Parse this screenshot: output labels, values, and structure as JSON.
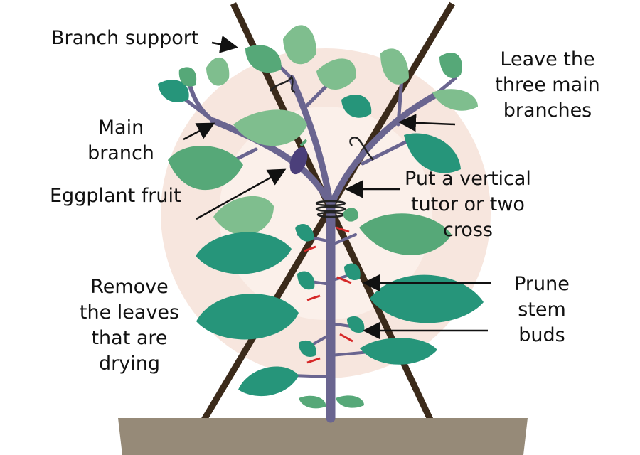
{
  "labels": {
    "branch_support": "Branch support",
    "leave_branches": [
      "Leave the",
      "three main",
      "branches"
    ],
    "main_branch": [
      "Main",
      "branch"
    ],
    "eggplant_fruit": "Eggplant fruit",
    "vertical_tutor": [
      "Put a vertical",
      "tutor or two",
      "cross"
    ],
    "remove_leaves": [
      "Remove",
      "the leaves",
      "that are",
      "drying"
    ],
    "prune_buds": [
      "Prune",
      "stem",
      "buds"
    ]
  },
  "colors": {
    "stem": "#6a6590",
    "leaf_dark": "#26957a",
    "leaf_mid": "#56a878",
    "leaf_light": "#7fbe8e",
    "stake": "#3b2a1a",
    "pot": "#968a78",
    "watermark": "#f7e6de",
    "prune_mark": "#d62828",
    "fruit": "#4b3f7a",
    "arrow": "#111111"
  }
}
